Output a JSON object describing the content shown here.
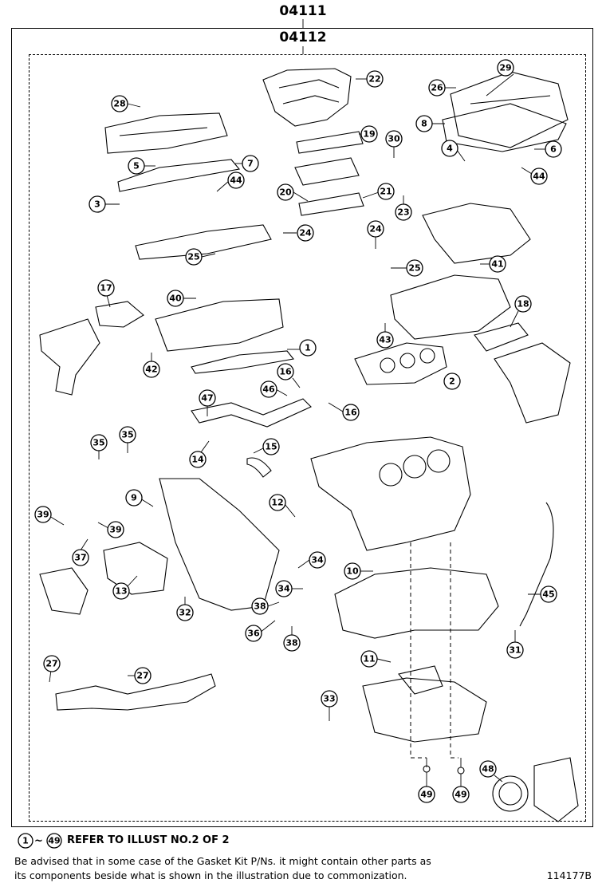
{
  "header": {
    "outer_code": "04111",
    "inner_code": "04112"
  },
  "callouts": {
    "c1": "1",
    "c2": "2",
    "c3": "3",
    "c4": "4",
    "c5": "5",
    "c6": "6",
    "c7": "7",
    "c8": "8",
    "c9": "9",
    "c10": "10",
    "c11": "11",
    "c12": "12",
    "c13": "13",
    "c14": "14",
    "c15": "15",
    "c16": "16",
    "c17": "17",
    "c18": "18",
    "c19": "19",
    "c20": "20",
    "c21": "21",
    "c22": "22",
    "c23": "23",
    "c24": "24",
    "c25": "25",
    "c26": "26",
    "c27": "27",
    "c28": "28",
    "c29": "29",
    "c30": "30",
    "c31": "31",
    "c32": "32",
    "c33": "33",
    "c34": "34",
    "c35": "35",
    "c36": "36",
    "c37": "37",
    "c38": "38",
    "c39": "39",
    "c40": "40",
    "c41": "41",
    "c42": "42",
    "c43": "43",
    "c44": "44",
    "c45": "45",
    "c46": "46",
    "c47": "47",
    "c48": "48",
    "c49": "49"
  },
  "footer": {
    "range_start": "1",
    "range_separator": "~",
    "range_end": "49",
    "reference_text": "REFER TO ILLUST NO.2 OF 2",
    "note_line1": "Be advised that in some case of the Gasket Kit P/Ns.  it might contain other parts as",
    "note_line2": "its components beside what is shown in the illustration due to commonization.",
    "image_code": "114177B"
  }
}
